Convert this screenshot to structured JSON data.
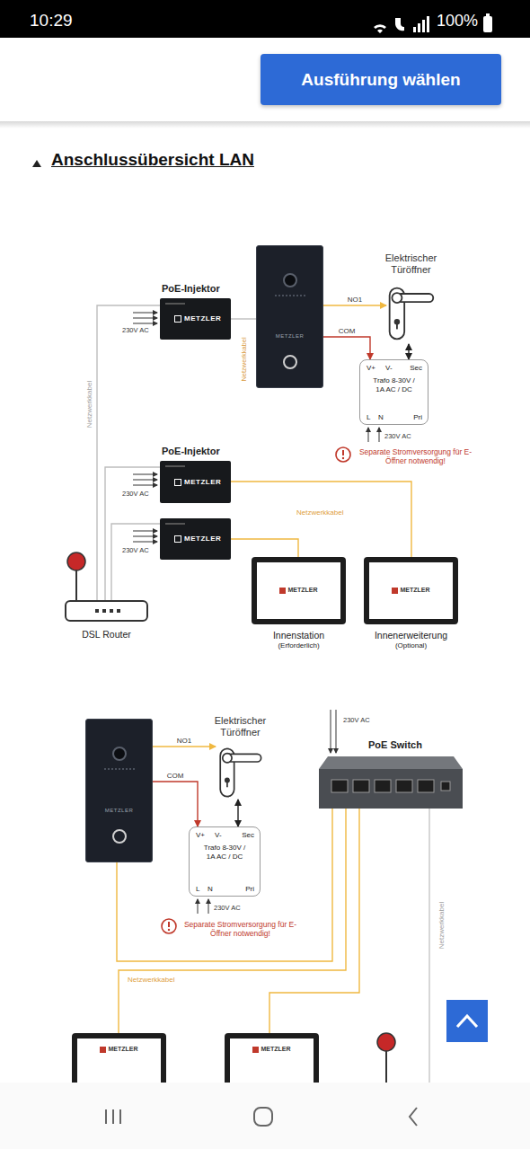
{
  "diagram": {
    "nodes": [
      {
        "text": [
          "Ausführung wählen"
        ]
      },
      {
        "text": [
          "PoE-Injektor",
          "METZLER"
        ]
      },
      {
        "text": [
          "METZLER"
        ]
      },
      {
        "text": [
          "Elektrischer Türöffner"
        ]
      },
      {
        "text": [
          "V+",
          "V-",
          "Sec",
          "Trafo 8-30V / 1A AC / DC",
          "L",
          "N",
          "Pri"
        ]
      },
      {
        "text": [
          "PoE-Injektor",
          "METZLER"
        ]
      },
      {
        "text": [
          "METZLER"
        ]
      },
      {
        "text": [
          "METZLER",
          "Innenstation",
          "(Erforderlich)"
        ]
      },
      {
        "text": [
          "METZLER",
          "Innenerweiterung",
          "(Optional)"
        ]
      },
      {
        "text": [
          "DSL Router"
        ]
      },
      {
        "text": [
          "METZLER"
        ]
      },
      {
        "text": [
          "Elektrischer Türöffner"
        ]
      },
      {
        "text": [
          "V+",
          "V-",
          "Sec",
          "Trafo 8-30V / 1A AC / DC",
          "L",
          "N",
          "Pri"
        ]
      },
      {
        "text": [
          "PoE Switch"
        ]
      },
      {
        "text": [
          "METZLER"
        ]
      },
      {
        "text": [
          "METZLER"
        ]
      }
    ],
    "edges": [
      {
        "from": 9,
        "to": 1,
        "arrow": "none"
      },
      {
        "from": 1,
        "to": 2,
        "arrow": "none"
      },
      {
        "from": 2,
        "to": 3,
        "label": "NO1",
        "arrow": "to"
      },
      {
        "from": 2,
        "to": 4,
        "label": "COM",
        "arrow": "to"
      },
      {
        "from": 4,
        "to": 3,
        "arrow": "both"
      },
      {
        "from": 9,
        "to": 5,
        "arrow": "none"
      },
      {
        "from": 9,
        "to": 6,
        "arrow": "none"
      },
      {
        "from": 5,
        "to": 8,
        "arrow": "none"
      },
      {
        "from": 6,
        "to": 7,
        "arrow": "none"
      },
      {
        "from": 10,
        "to": 11,
        "label": "NO1",
        "arrow": "to"
      },
      {
        "from": 10,
        "to": 12,
        "label": "COM",
        "arrow": "to"
      },
      {
        "from": 12,
        "to": 11,
        "arrow": "both"
      },
      {
        "from": 13,
        "to": 10,
        "arrow": "none"
      },
      {
        "from": 13,
        "to": 14,
        "arrow": "none"
      },
      {
        "from": 13,
        "to": 15,
        "arrow": "none"
      }
    ],
    "labels": [
      "10:29",
      "100%",
      "Anschlussübersicht LAN",
      "230V AC",
      "Netzwerkkabel",
      "Netzwerkkabel",
      "230V AC",
      "Separate Stromversorgung für E-Öffner notwendig!",
      "230V AC",
      "Netzwerkkabel",
      "230V AC",
      "230V AC",
      "230V AC",
      "Separate Stromversorgung für E-Öffner notwendig!",
      "Netzwerkkabel",
      "Netzwerkkabel"
    ]
  }
}
